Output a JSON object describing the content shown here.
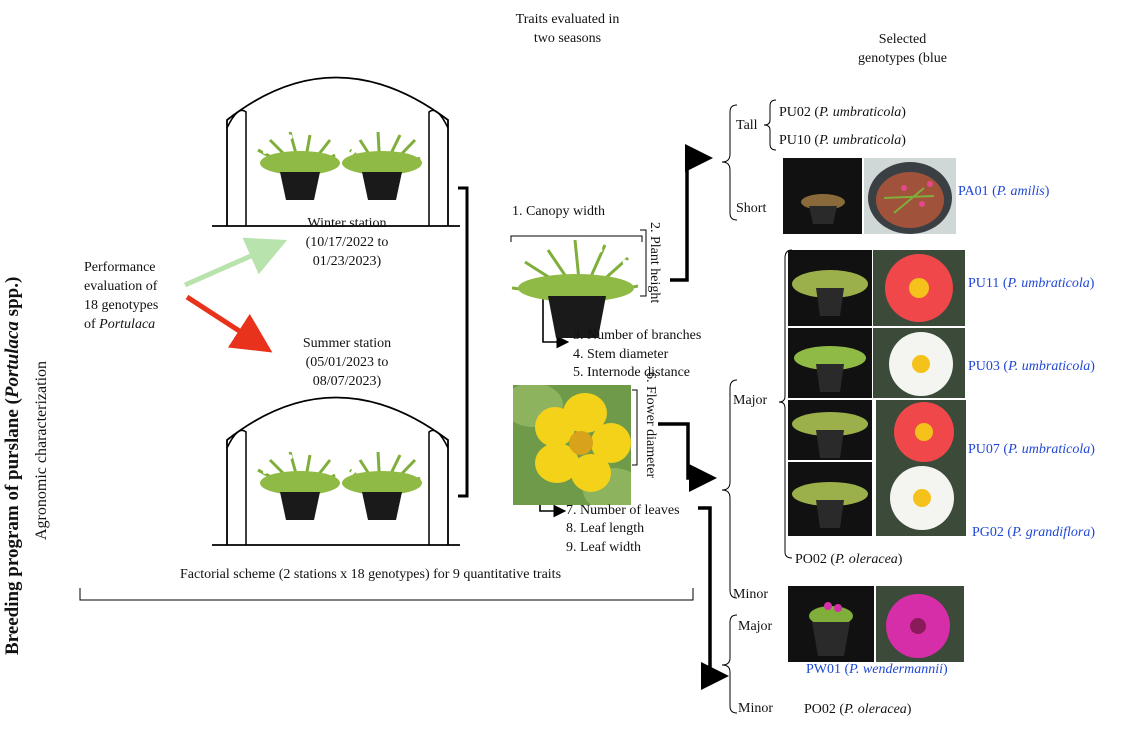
{
  "title": {
    "main": "Breeding program of purslane (",
    "genus": "Portulaca",
    "tail": " spp.)",
    "sub": "Agronomic characterization"
  },
  "header": {
    "traits_line1": "Traits evaluated in",
    "traits_line2": "two seasons",
    "selected_line1": "Selected",
    "selected_line2": "genotypes (blue"
  },
  "performance": {
    "line1": "Performance",
    "line2": "evaluation of",
    "line3": "18 genotypes",
    "line4_prefix": "of ",
    "line4_genus": "Portulaca"
  },
  "stations": {
    "winter": {
      "line1": "Winter station",
      "line2": "(10/17/2022 to",
      "line3": "01/23/2023)"
    },
    "summer": {
      "line1": "Summer station",
      "line2": "(05/01/2023 to",
      "line3": "08/07/2023)"
    }
  },
  "factorial": "Factorial scheme (2 stations x 18 genotypes) for 9 quantitative traits",
  "traits": [
    "1. Canopy width",
    "2. Plant height",
    "3. Number of branches",
    "4. Stem diameter",
    "5. Internode distance",
    "6. Flower diameter",
    "7. Number of leaves",
    "8. Leaf length",
    "9. Leaf width"
  ],
  "groups": {
    "tall": "Tall",
    "short": "Short",
    "major": "Major",
    "minor": "Minor",
    "major2": "Major",
    "minor2": "Minor"
  },
  "genotypes": {
    "pu02": {
      "code": "PU02 (",
      "species": "P. umbraticola",
      "close": ")"
    },
    "pu10": {
      "code": "PU10 (",
      "species": "P. umbraticola",
      "close": ")"
    },
    "pa01": {
      "code": "PA01 (",
      "species": "P. amilis",
      "close": ")"
    },
    "pu11": {
      "code": "PU11 (",
      "species": "P. umbraticola",
      "close": ")"
    },
    "pu03": {
      "code": "PU03 (",
      "species": "P. umbraticola",
      "close": ")"
    },
    "pu07": {
      "code": "PU07 (",
      "species": "P. umbraticola",
      "close": ")"
    },
    "pg02": {
      "code": "PG02 (",
      "species": "P. grandiflora",
      "close": ")"
    },
    "po02a": {
      "code": "PO02 (",
      "species": "P. oleracea",
      "close": ")"
    },
    "pw01": {
      "code": "PW01 (",
      "species": "P. wendermannii",
      "close": ")"
    },
    "po02b": {
      "code": "PO02 (",
      "species": "P. oleracea",
      "close": ")"
    }
  },
  "colors": {
    "selected_blue": "#1f47d6",
    "winter_arrow": "#b9e3ad",
    "summer_arrow": "#e8321c",
    "foliage": "#7fae3a",
    "flower_yellow": "#f5d21a",
    "flower_red": "#f0484a",
    "flower_white": "#f4f4f0",
    "flower_magenta": "#d62ea8"
  }
}
